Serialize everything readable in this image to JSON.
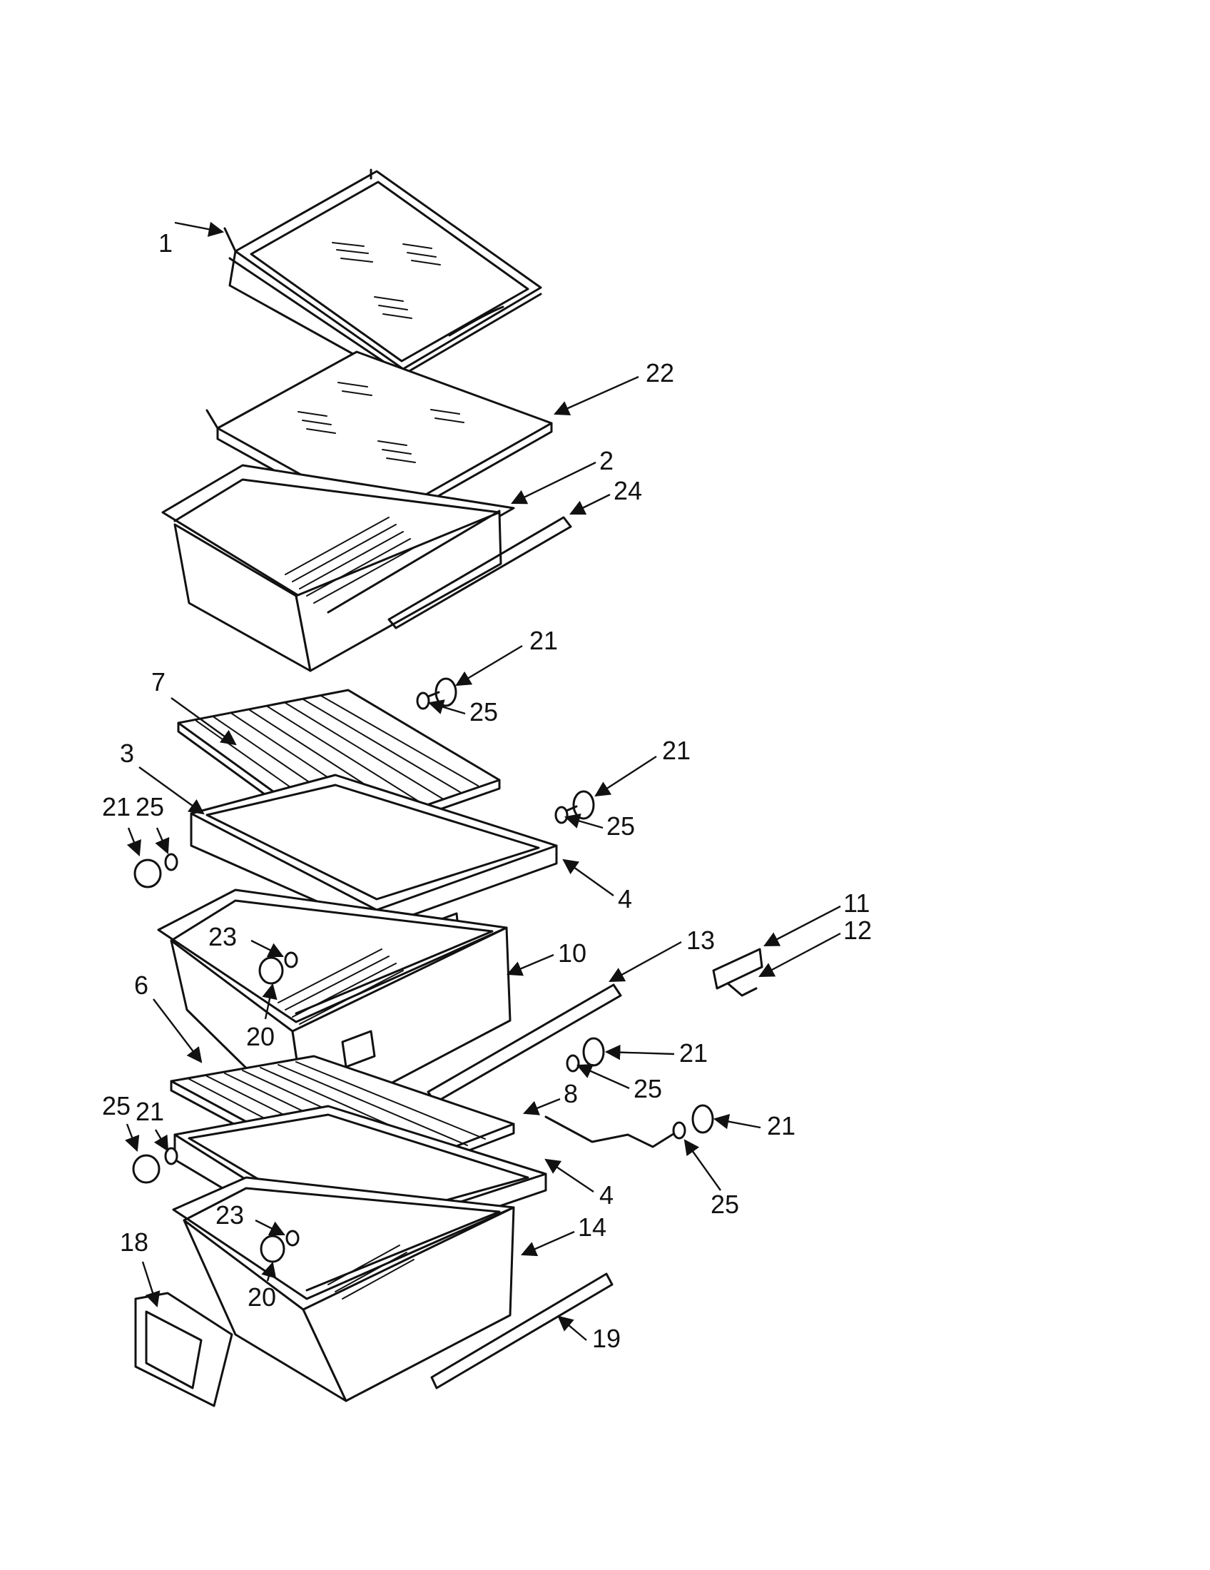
{
  "diagram": {
    "callouts": [
      {
        "id": "c1",
        "label": "1"
      },
      {
        "id": "c22",
        "label": "22"
      },
      {
        "id": "c2",
        "label": "2"
      },
      {
        "id": "c24",
        "label": "24"
      },
      {
        "id": "c21a",
        "label": "21"
      },
      {
        "id": "c25a",
        "label": "25"
      },
      {
        "id": "c7",
        "label": "7"
      },
      {
        "id": "c21b",
        "label": "21"
      },
      {
        "id": "c3",
        "label": "3"
      },
      {
        "id": "c25b",
        "label": "25"
      },
      {
        "id": "c21c",
        "label": "21"
      },
      {
        "id": "c25c",
        "label": "25"
      },
      {
        "id": "c4a",
        "label": "4"
      },
      {
        "id": "c11",
        "label": "11"
      },
      {
        "id": "c12",
        "label": "12"
      },
      {
        "id": "c23a",
        "label": "23"
      },
      {
        "id": "c13",
        "label": "13"
      },
      {
        "id": "c10",
        "label": "10"
      },
      {
        "id": "c6",
        "label": "6"
      },
      {
        "id": "c20a",
        "label": "20"
      },
      {
        "id": "c21d",
        "label": "21"
      },
      {
        "id": "c25d",
        "label": "25"
      },
      {
        "id": "c8",
        "label": "8"
      },
      {
        "id": "c21e",
        "label": "21"
      },
      {
        "id": "c25e",
        "label": "25"
      },
      {
        "id": "c21f",
        "label": "21"
      },
      {
        "id": "c4b",
        "label": "4"
      },
      {
        "id": "c25f",
        "label": "25"
      },
      {
        "id": "c23b",
        "label": "23"
      },
      {
        "id": "c14",
        "label": "14"
      },
      {
        "id": "c18",
        "label": "18"
      },
      {
        "id": "c20b",
        "label": "20"
      },
      {
        "id": "c19",
        "label": "19"
      }
    ]
  }
}
